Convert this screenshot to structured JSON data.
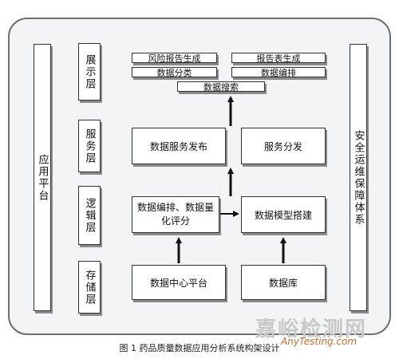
{
  "left_column": "应用平台",
  "right_column": "安全运维保障体系",
  "layers": {
    "presentation": "展示层",
    "service": "服务层",
    "logic": "逻辑层",
    "storage": "存储层"
  },
  "presentation_items": {
    "risk_report": "风险报告生成",
    "report_table": "报告表生成",
    "data_classify": "数据分类",
    "data_arrange": "数据编排",
    "data_search": "数据搜索"
  },
  "service_items": {
    "publish": "数据服务发布",
    "distribute": "服务分发"
  },
  "logic_items": {
    "arrange_quantify": "数据编排、数据量化评分",
    "model_build": "数据模型搭建"
  },
  "storage_items": {
    "data_center": "数据中心平台",
    "database": "数据库"
  },
  "caption": "图 1   药品质量数据应用分析系统构架设计",
  "watermark": {
    "cn": "嘉峪检测网",
    "en": "AnyTesting.com"
  }
}
